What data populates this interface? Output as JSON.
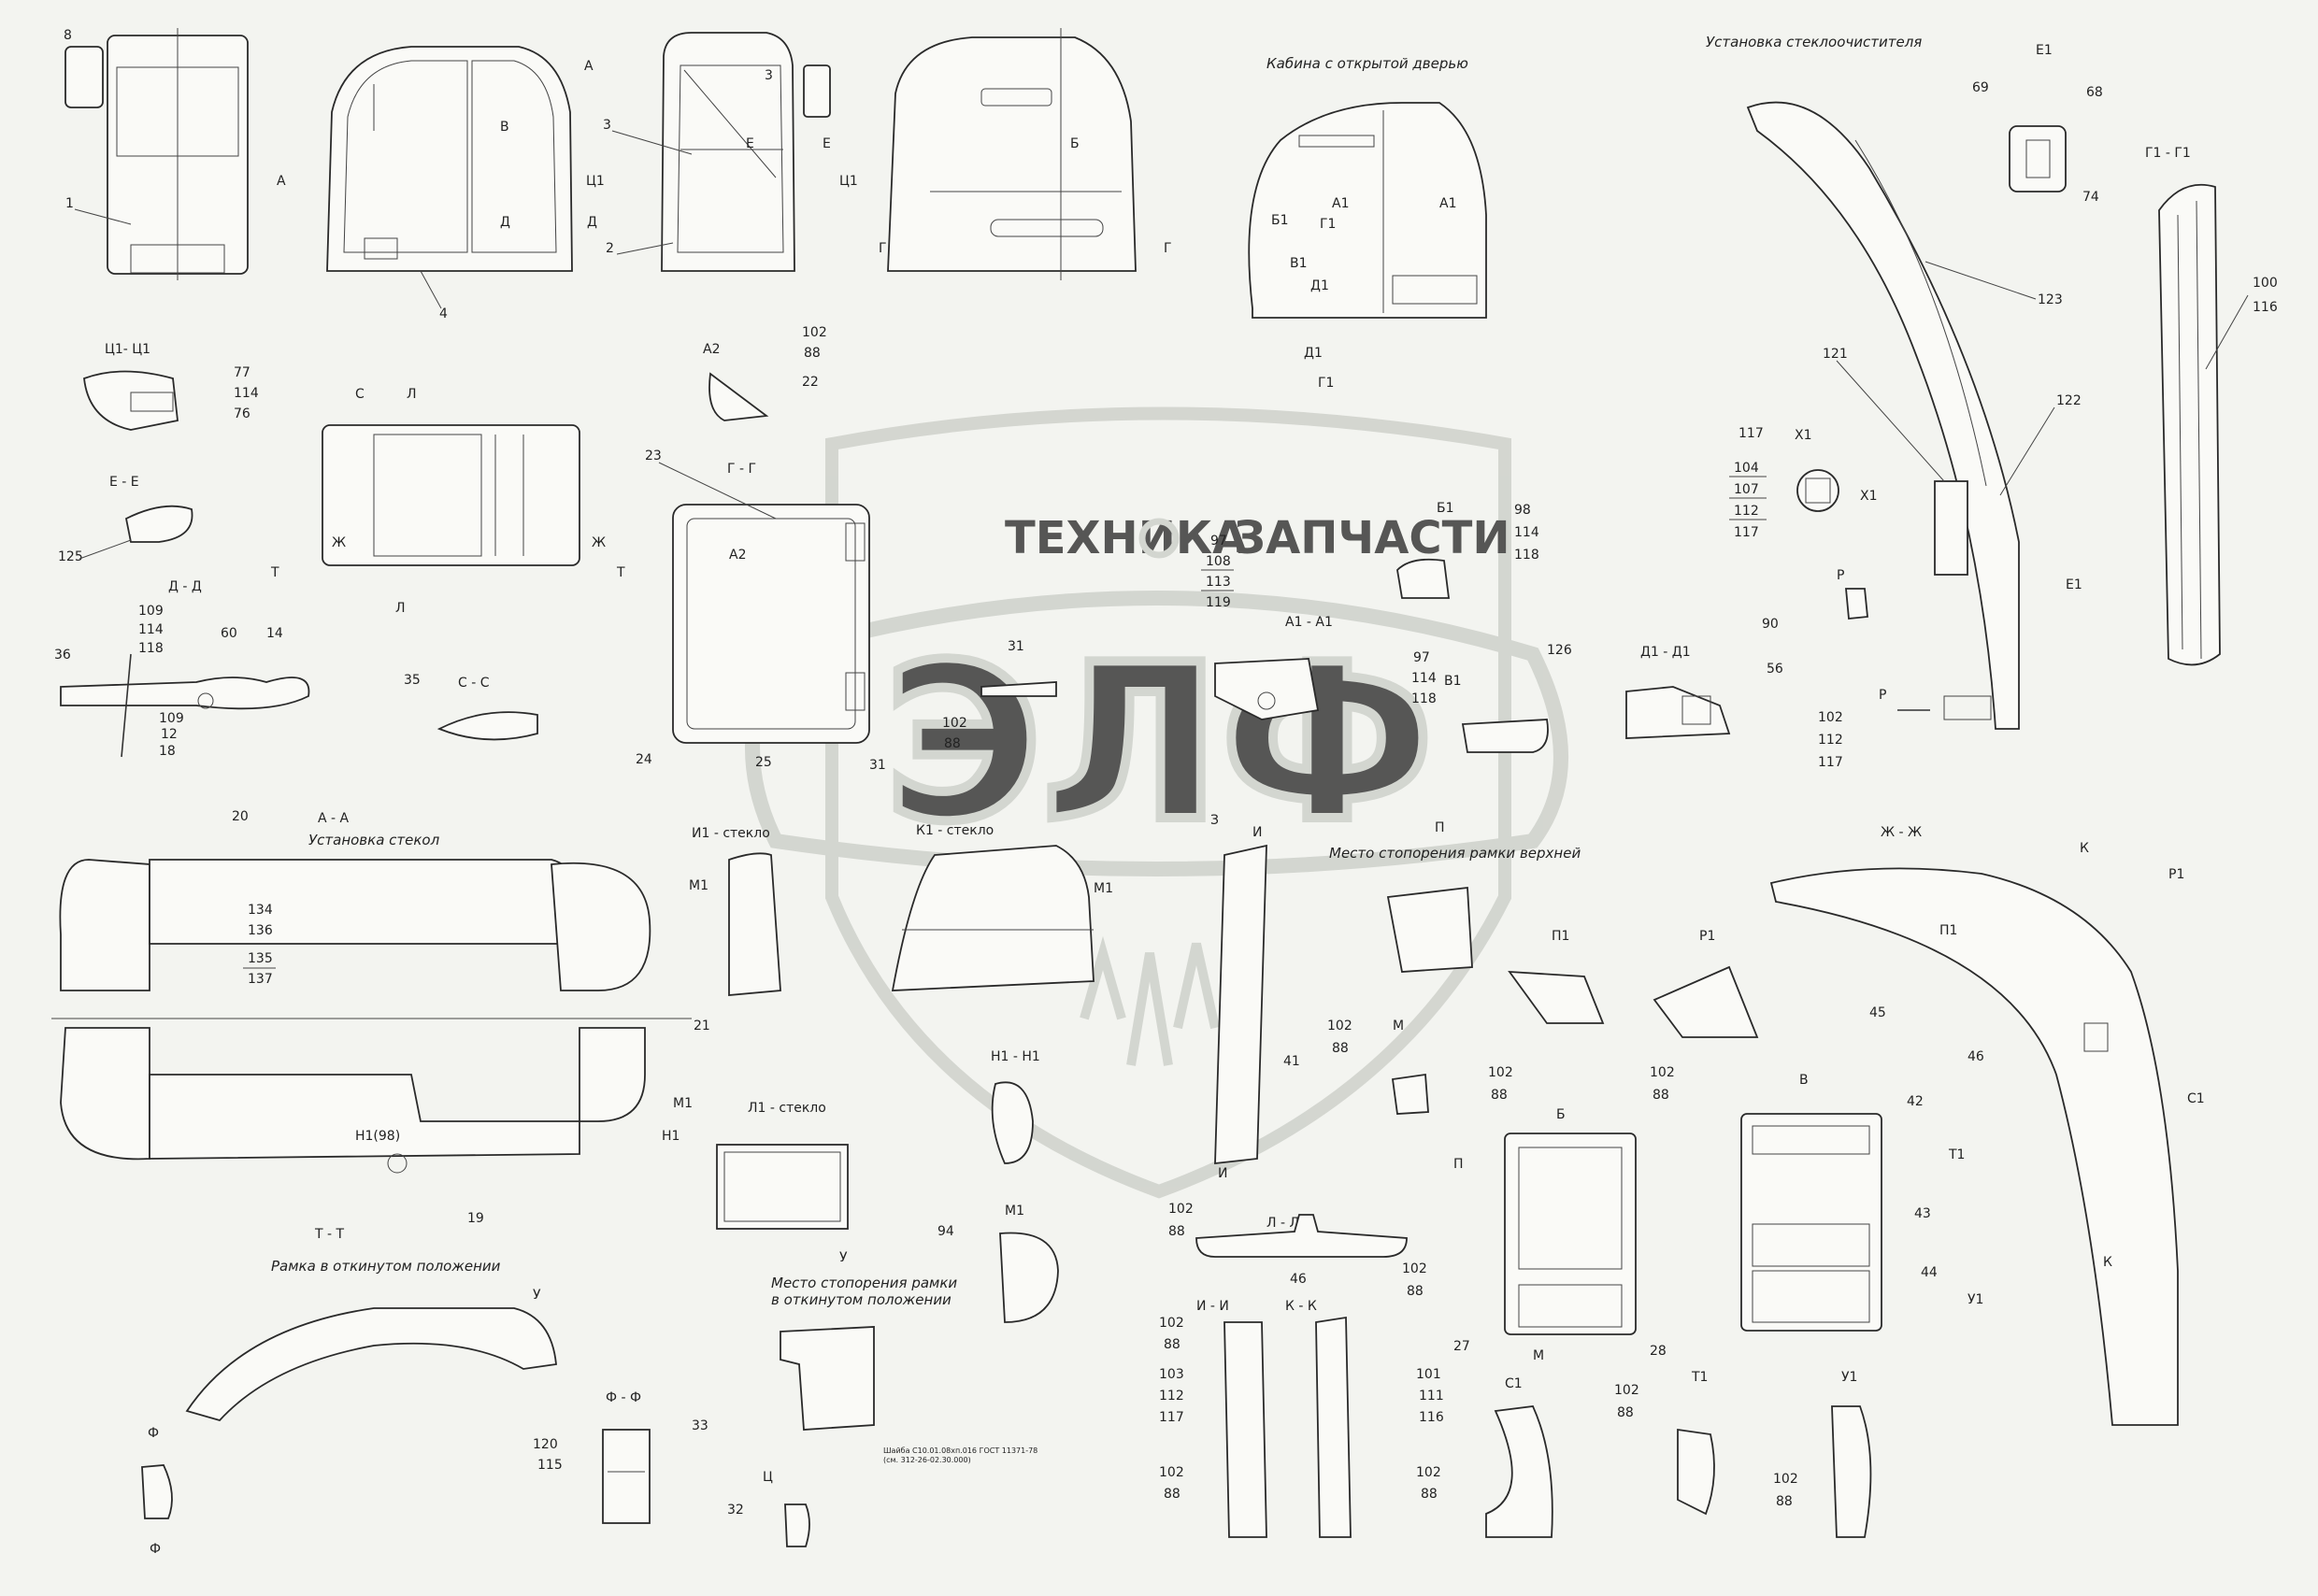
{
  "titles": {
    "cabin_open_door": "Кабина с открытой дверью",
    "wiper_install": "Установка стеклоочистителя",
    "glass_install": "Установка стекол",
    "frame_tilted": "Рамка в откинутом положении",
    "upper_frame_stop": "Место стопорения рамки верхней",
    "frame_stop_tilted_1": "Место стопорения рамки",
    "frame_stop_tilted_2": "в откинутом положении",
    "washer_note_1": "Шайба С10.01.08хп.016 ГОСТ 11371-78",
    "washer_note_2": "(см. 312-26-02.30.000)"
  },
  "section_labels": {
    "c1c1": "Ц1- Ц1",
    "ee": "Е - Е",
    "dd": "Д - Д",
    "cc": "С - С",
    "a2": "А2",
    "gg": "Г - Г",
    "e1": "Е1",
    "g1g1": "Г1 - Г1",
    "a1a1": "А1 - А1",
    "b1": "Б1",
    "v1": "В1",
    "d1d1": "Д1 - Д1",
    "aa": "А - А",
    "i1_glass": "И1 - стекло",
    "k1_glass": "К1 - стекло",
    "zhzh": "Ж - Ж",
    "p1": "П1",
    "r1": "Р1",
    "n1n1": "Н1 - Н1",
    "l1_glass": "Л1 - стекло",
    "tt": "Т - Т",
    "ll": "Л - Л",
    "m1": "М1",
    "u": "У",
    "ff": "Ф - Ф",
    "c": "Ц",
    "ii": "И - И",
    "kk": "К - К",
    "c1": "С1",
    "t1": "Т1",
    "u1": "У1",
    "b": "Б",
    "v": "В",
    "p": "П",
    "m": "М",
    "r": "Р"
  },
  "markers": {
    "A": "А",
    "B": "В",
    "D": "Д",
    "G": "Г",
    "C1": "Ц1",
    "E": "Е",
    "B_": "Б",
    "A1": "А1",
    "B1": "Б1",
    "G1": "Г1",
    "V1": "В1",
    "D1": "Д1",
    "S": "С",
    "L": "Л",
    "ZH": "Ж",
    "T": "Т",
    "H1": "Н1",
    "H1_98": "Н1(98)",
    "I": "И",
    "Z": "З",
    "K": "К",
    "R1": "Р1",
    "P1": "П1",
    "C1_": "С1",
    "T1": "Т1",
    "U1": "У1",
    "F": "Ф",
    "U": "У",
    "A2": "А2",
    "E1": "Е1",
    "X1": "Х1"
  },
  "callouts": {
    "n1": "1",
    "n2": "2",
    "n3": "3",
    "n4": "4",
    "n8": "8",
    "n12": "12",
    "n14": "14",
    "n18": "18",
    "n19": "19",
    "n20": "20",
    "n21": "21",
    "n22": "22",
    "n23": "23",
    "n24": "24",
    "n25": "25",
    "n27": "27",
    "n28": "28",
    "n31": "31",
    "n32": "32",
    "n33": "33",
    "n35": "35",
    "n36": "36",
    "n41": "41",
    "n42": "42",
    "n43": "43",
    "n44": "44",
    "n45": "45",
    "n46": "46",
    "n56": "56",
    "n60": "60",
    "n68": "68",
    "n69": "69",
    "n74": "74",
    "n76": "76",
    "n77": "77",
    "n88": "88",
    "n90": "90",
    "n94": "94",
    "n97": "97",
    "n98": "98",
    "n100": "100",
    "n101": "101",
    "n102": "102",
    "n103": "103",
    "n104": "104",
    "n107": "107",
    "n108": "108",
    "n109": "109",
    "n111": "111",
    "n112": "112",
    "n113": "113",
    "n114": "114",
    "n115": "115",
    "n116": "116",
    "n117": "117",
    "n118": "118",
    "n119": "119",
    "n120": "120",
    "n121": "121",
    "n122": "122",
    "n123": "123",
    "n125": "125",
    "n126": "126",
    "n134": "134",
    "n135": "135",
    "n136": "136",
    "n137": "137"
  },
  "watermark": {
    "left": "ТЕХНИКА",
    "right": "ЗАПЧАСТИ",
    "logo": "ЭЛФ",
    "color": "#c9ccc6"
  },
  "colors": {
    "background": "#f3f4f0",
    "line": "#2a2a2a"
  }
}
